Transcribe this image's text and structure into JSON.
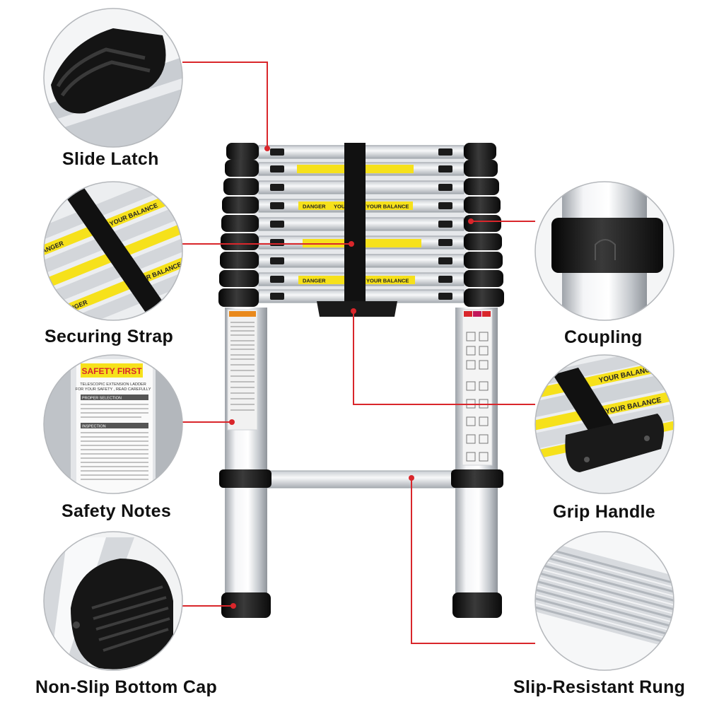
{
  "labels": {
    "slide_latch": "Slide Latch",
    "securing_strap": "Securing Strap",
    "safety_notes": "Safety Notes",
    "non_slip_bottom_cap": "Non-Slip Bottom Cap",
    "coupling": "Coupling",
    "grip_handle": "Grip Handle",
    "slip_resistant_rung": "Slip-Resistant Rung"
  },
  "rung_text": {
    "your_balance": "YOUR BALANCE",
    "you": "YOU",
    "danger": "DANGER"
  },
  "safety_sticker": {
    "heading": "SAFETY FIRST",
    "line1": "TELESCOPIC EXTENSION LADDER",
    "line2": "FOR YOUR SAFETY , READ CAREFULLY",
    "section1": "PROPER SELECTION",
    "section2": "INSPECTION"
  },
  "colors": {
    "callout_red": "#d9262b",
    "sticker_yellow": "#f6e11b",
    "sticker_orange": "#e9891c",
    "rubber_black": "#1a1a1a",
    "aluminium": "#dcdfe3"
  }
}
